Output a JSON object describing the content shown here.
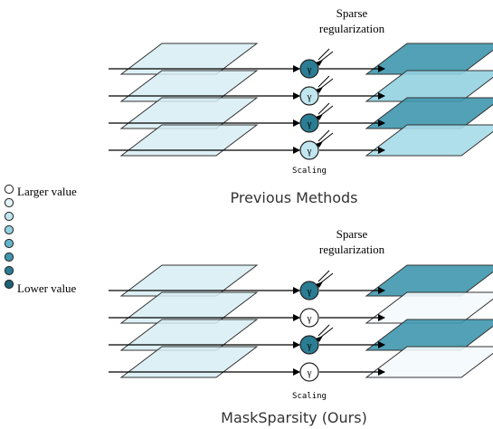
{
  "legend": {
    "top_label": "Larger value",
    "bottom_label": "Lower value",
    "scale_colors": [
      "#ffffff",
      "#e3f3f7",
      "#c1e6ef",
      "#93d1e1",
      "#65b6cb",
      "#3f97ae",
      "#2b7d93",
      "#1d6375"
    ]
  },
  "gamma_symbol": "γ",
  "panels": [
    {
      "title": "Previous Methods",
      "sparse_label_line1": "Sparse",
      "sparse_label_line2": "regularization",
      "scaling_label": "Scaling",
      "gammas": [
        {
          "color": "#2b7d93",
          "sparse": true
        },
        {
          "color": "#c1e6ef",
          "sparse": true
        },
        {
          "color": "#2b7d93",
          "sparse": true
        },
        {
          "color": "#c1e6ef",
          "sparse": true
        }
      ],
      "output_colors": [
        "#3f97ae",
        "#93d1e1",
        "#3f97ae",
        "#a6dbe8"
      ]
    },
    {
      "title": "MaskSparsity (Ours)",
      "sparse_label_line1": "Sparse",
      "sparse_label_line2": "regularization",
      "scaling_label": "Scaling",
      "gammas": [
        {
          "color": "#2b7d93",
          "sparse": true
        },
        {
          "color": "#ffffff",
          "sparse": false
        },
        {
          "color": "#2b7d93",
          "sparse": true
        },
        {
          "color": "#ffffff",
          "sparse": false
        }
      ],
      "output_colors": [
        "#3f97ae",
        "#f4fafc",
        "#3f97ae",
        "#f4fafc"
      ]
    }
  ],
  "colors": {
    "input_layer": "#d7edf3",
    "stroke": "#000000",
    "arrow": "#000000"
  }
}
